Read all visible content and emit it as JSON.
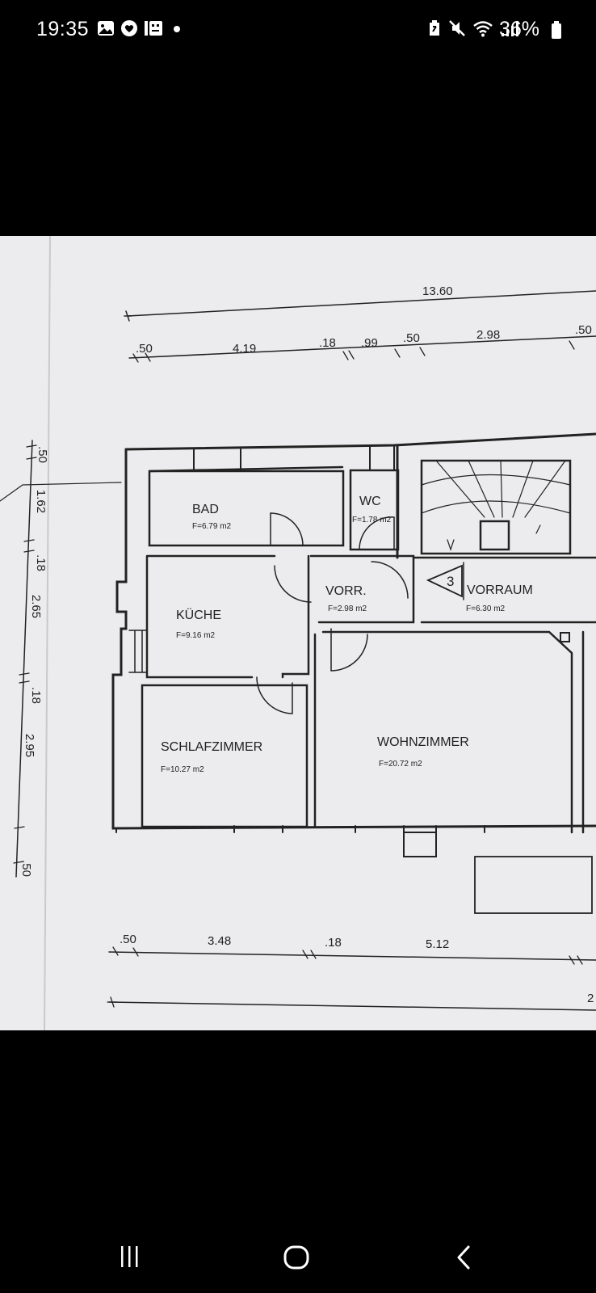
{
  "status_bar": {
    "time": "19:35",
    "battery_percent": "36%",
    "left_icons": [
      "gallery-icon",
      "heart-badge-icon",
      "app-icon",
      "notification-dot-icon"
    ],
    "right_icons": [
      "battery-saver-icon",
      "mute-icon",
      "wifi-icon",
      "signal-icon",
      "battery-icon"
    ]
  },
  "floor_plan": {
    "dimensions_top_total": "13.60",
    "dimensions_top": [
      ".50",
      "4.19",
      ".18",
      ".99",
      ".50",
      "2.98",
      ".50"
    ],
    "dimensions_left": [
      ".50",
      "1.62",
      ".18",
      "2.65",
      ".18",
      "2.95",
      ".50"
    ],
    "dimensions_bottom": [
      ".50",
      "3.48",
      ".18",
      "5.12"
    ],
    "dimensions_bottom_total_partial": "2",
    "rooms": [
      {
        "name": "BAD",
        "area": "F=6.79 m2"
      },
      {
        "name": "WC",
        "area": "F=1.78 m2"
      },
      {
        "name": "VORR.",
        "area": "F=2.98 m2"
      },
      {
        "name": "VORRAUM",
        "area": "F=6.30 m2"
      },
      {
        "name": "KÜCHE",
        "area": "F=9.16 m2"
      },
      {
        "name": "SCHLAFZIMMER",
        "area": "F=10.27 m2"
      },
      {
        "name": "WOHNZIMMER",
        "area": "F=20.72 m2"
      }
    ],
    "stair_marker": "3"
  },
  "nav_bar": {
    "buttons": [
      "recents-icon",
      "home-icon",
      "back-icon"
    ]
  }
}
